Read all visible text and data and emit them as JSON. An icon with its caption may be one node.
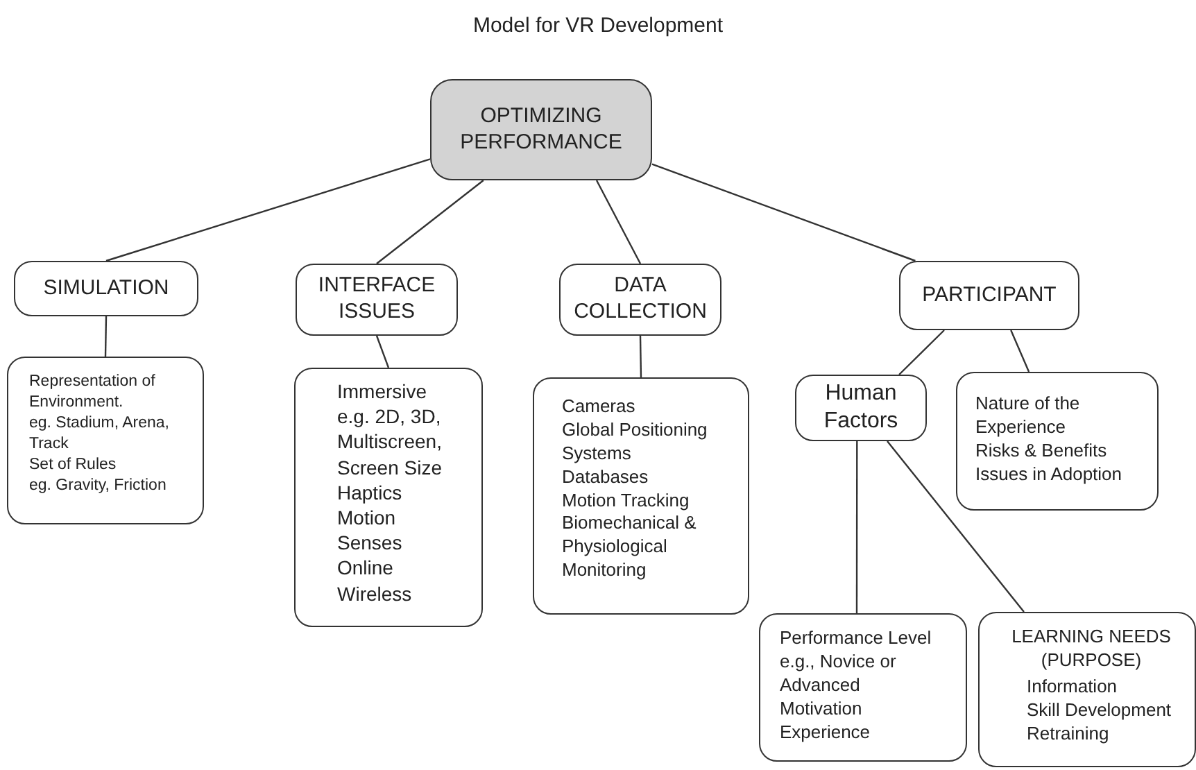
{
  "diagram": {
    "title": "Model for VR Development",
    "nodes": [
      {
        "text": [
          "OPTIMIZING PERFORMANCE"
        ]
      },
      {
        "text": [
          "SIMULATION"
        ]
      },
      {
        "text": [
          "INTERFACE ISSUES"
        ]
      },
      {
        "text": [
          "DATA COLLECTION"
        ]
      },
      {
        "text": [
          "PARTICIPANT"
        ]
      },
      {
        "text": [
          "Representation of Environment.",
          "eg. Stadium, Arena, Track",
          "Set of Rules",
          "eg. Gravity, Friction"
        ]
      },
      {
        "text": [
          "Immersive",
          "e.g. 2D, 3D, Multiscreen, Screen Size",
          "Haptics",
          "Motion",
          "Senses",
          "Online",
          "Wireless"
        ]
      },
      {
        "text": [
          "Cameras",
          "Global Positioning Systems",
          "Databases",
          "Motion Tracking",
          "Biomechanical & Physiological Monitoring"
        ]
      },
      {
        "text": [
          "Human Factors"
        ]
      },
      {
        "text": [
          "Nature of the Experience",
          "Risks & Benefits",
          "Issues in Adoption"
        ]
      },
      {
        "text": [
          "Performance Level e.g., Novice or Advanced",
          "Motivation",
          "Experience"
        ]
      },
      {
        "text": [
          "LEARNING NEEDS (PURPOSE)",
          "Information",
          "Skill Development",
          "Retraining"
        ]
      }
    ],
    "edges": [
      {
        "from": 0,
        "to": 1,
        "arrow": "none"
      },
      {
        "from": 0,
        "to": 2,
        "arrow": "none"
      },
      {
        "from": 0,
        "to": 3,
        "arrow": "none"
      },
      {
        "from": 0,
        "to": 4,
        "arrow": "none"
      },
      {
        "from": 1,
        "to": 5,
        "arrow": "none"
      },
      {
        "from": 2,
        "to": 6,
        "arrow": "none"
      },
      {
        "from": 3,
        "to": 7,
        "arrow": "none"
      },
      {
        "from": 4,
        "to": 8,
        "arrow": "none"
      },
      {
        "from": 4,
        "to": 9,
        "arrow": "none"
      },
      {
        "from": 8,
        "to": 10,
        "arrow": "none"
      },
      {
        "from": 8,
        "to": 11,
        "arrow": "none"
      }
    ]
  }
}
